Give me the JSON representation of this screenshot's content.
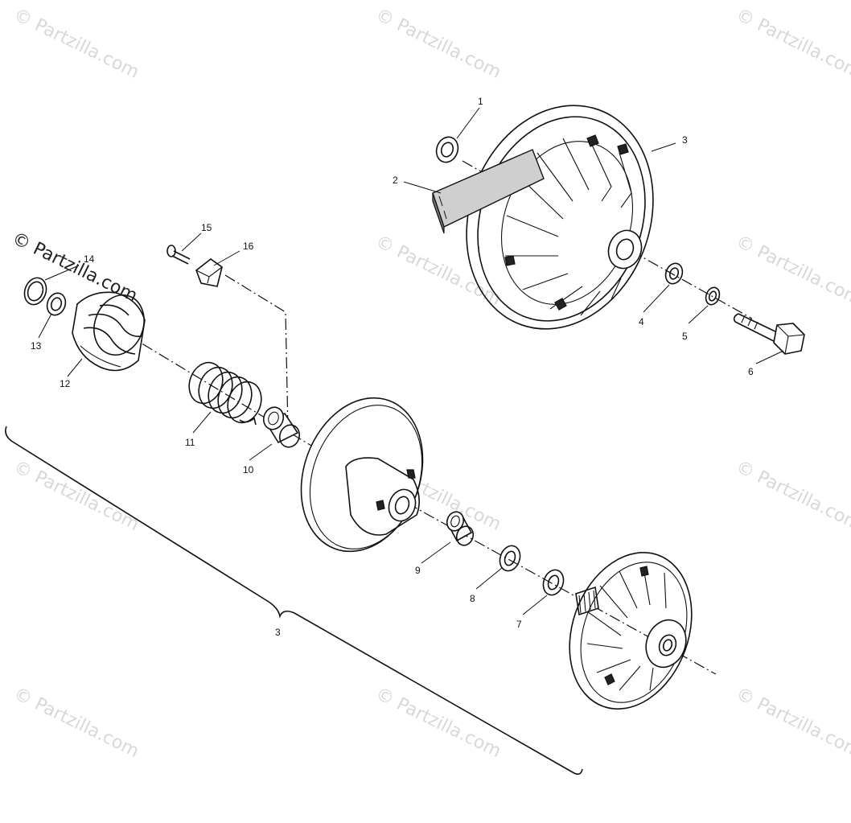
{
  "watermark": "© Partzilla.com",
  "copyright_mark": "© Partzilla.com",
  "callouts": {
    "c1": "1",
    "c2": "2",
    "c3": "3",
    "c4": "4",
    "c5": "5",
    "c6": "6",
    "c7": "7",
    "c8": "8",
    "c9": "9",
    "c10": "10",
    "c11": "11",
    "c12": "12",
    "c13": "13",
    "c14": "14",
    "c15": "15",
    "c16": "16",
    "assembly": "3"
  },
  "colors": {
    "ink": "#111111",
    "watermark": "#d8d8d8",
    "background": "#ffffff"
  }
}
